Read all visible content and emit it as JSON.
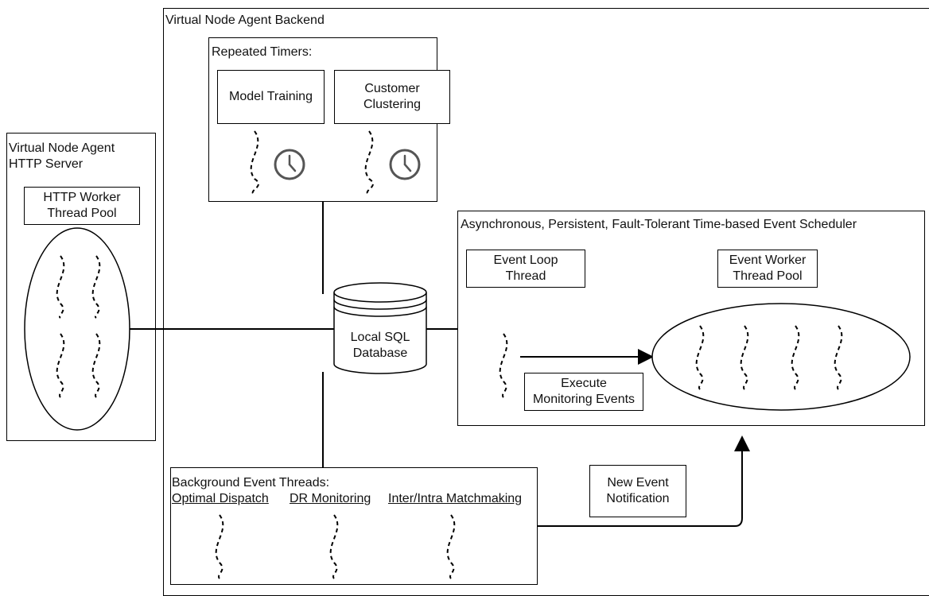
{
  "backend": {
    "title": "Virtual Node Agent Backend"
  },
  "http_server": {
    "title": "Virtual Node Agent\nHTTP Server",
    "pool_label": "HTTP Worker\nThread Pool"
  },
  "timers": {
    "title": "Repeated Timers:",
    "items": [
      "Model Training",
      "Customer\nClustering"
    ]
  },
  "database": {
    "label": "Local SQL\nDatabase"
  },
  "scheduler": {
    "title": "Asynchronous, Persistent, Fault-Tolerant Time-based Event Scheduler",
    "event_loop": "Event Loop\nThread",
    "worker_pool": "Event Worker\nThread Pool",
    "execute_label": "Execute\nMonitoring Events"
  },
  "background": {
    "title": "Background Event Threads:",
    "threads": [
      "Optimal Dispatch",
      "DR Monitoring",
      "Inter/Intra Matchmaking"
    ]
  },
  "notification": {
    "label": "New Event\nNotification"
  }
}
